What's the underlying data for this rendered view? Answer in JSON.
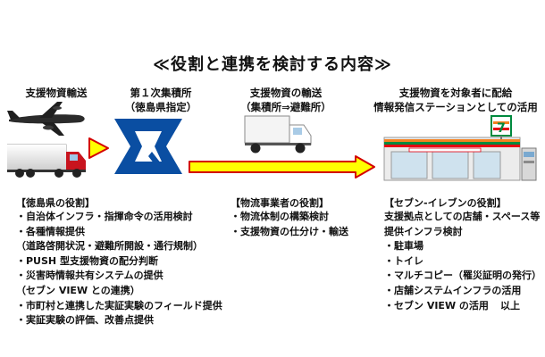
{
  "title": "≪役割と連携を検討する内容≫",
  "labels": {
    "col1": "支援物資輸送",
    "col2_line1": "第１次集積所",
    "col2_line2": "（徳島県指定）",
    "col3_line1": "支援物資の輸送",
    "col3_line2": "（集積所⇒避難所）",
    "col4_line1": "支援物資を対象者に配給",
    "col4_line2": "情報発信ステーションとしての活用"
  },
  "sections": {
    "tokushima": {
      "heading": "【徳島県の役割】",
      "items": [
        "・自治体インフラ・指揮命令の活用検討",
        "・各種情報提供",
        "（道路啓開状況・避難所開設・通行規制）",
        "・PUSH 型支援物資の配分判断",
        "・災害時情報共有システムの提供",
        "（セブン VIEW との連携）",
        "・市町村と連携した実証実験のフィールド提供",
        "・実証実験の評価、改善点提供"
      ]
    },
    "logistics": {
      "heading": "【物流事業者の役割】",
      "items": [
        "・物流体制の構築検討",
        "・支援物資の仕分け・輸送"
      ]
    },
    "seven": {
      "heading": "【セブン‐イレブンの役割】",
      "items": [
        "支援拠点としての店舗・スペース等",
        "提供インフラ検討",
        "・駐車場",
        "・トイレ",
        "・マルチコピー（罹災証明の発行）",
        "・店舗システムインフラの活用",
        "・セブン VIEW の活用"
      ]
    }
  },
  "closing": "以上",
  "colors": {
    "arrow_fill": "#ffff00",
    "arrow_border": "#d40000",
    "prefecture_logo": "#0a4ea2",
    "seven_green": "#008a3e",
    "seven_orange": "#f58220",
    "seven_red": "#e60012"
  }
}
